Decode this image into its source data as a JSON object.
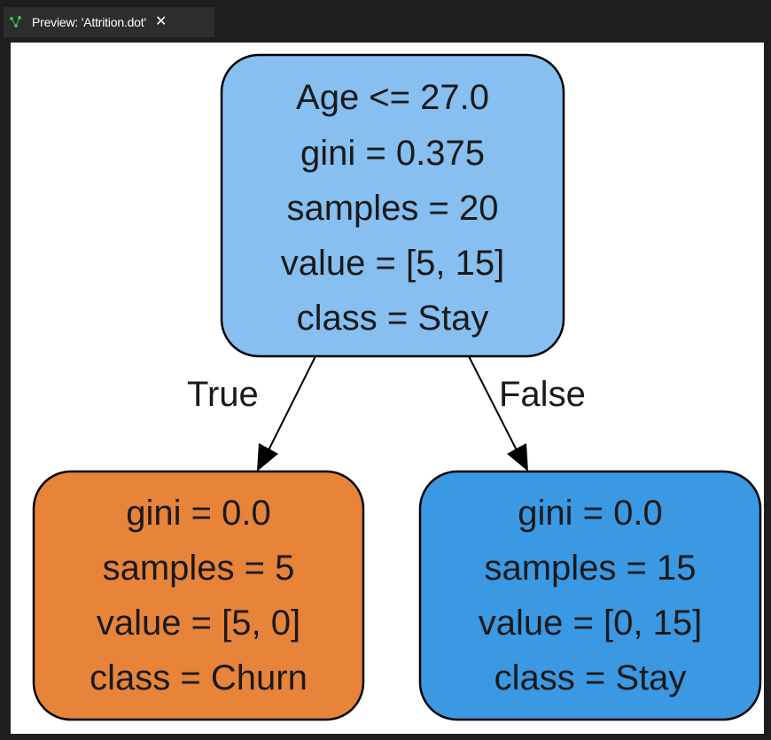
{
  "tab": {
    "title": "Preview: 'Attrition.dot'",
    "close_glyph": "✕",
    "icon": "graph-preview-icon"
  },
  "tree": {
    "root": {
      "lines": [
        "Age <= 27.0",
        "gini = 0.375",
        "samples = 20",
        "value = [5, 15]",
        "class = Stay"
      ],
      "fill": "#86bff0"
    },
    "left": {
      "lines": [
        "gini = 0.0",
        "samples = 5",
        "value = [5, 0]",
        "class = Churn"
      ],
      "fill": "#e8833a"
    },
    "right": {
      "lines": [
        "gini = 0.0",
        "samples = 15",
        "value = [0, 15]",
        "class = Stay"
      ],
      "fill": "#3b98e3"
    },
    "edges": {
      "true_label": "True",
      "false_label": "False"
    }
  }
}
